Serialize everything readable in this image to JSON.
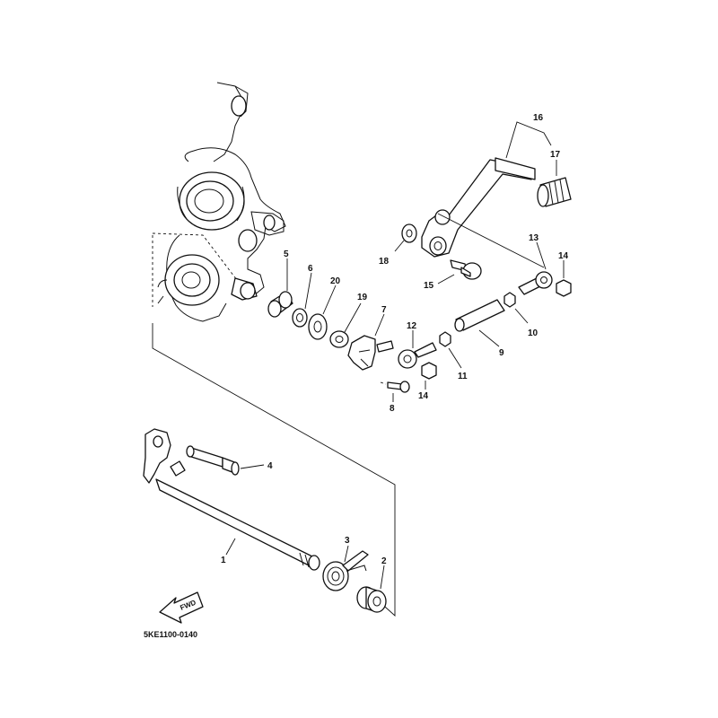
{
  "diagram": {
    "drawing_code": "5KE1100-0140",
    "direction_label": "FWD",
    "callouts": [
      "1",
      "2",
      "3",
      "4",
      "5",
      "6",
      "7",
      "8",
      "9",
      "10",
      "11",
      "12",
      "13",
      "14",
      "14",
      "15",
      "16",
      "17",
      "18",
      "19",
      "20"
    ]
  }
}
